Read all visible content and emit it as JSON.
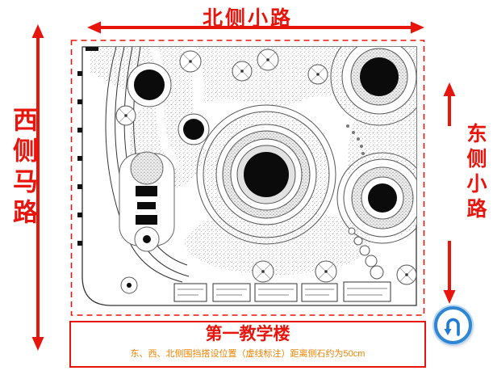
{
  "annotations": {
    "north_road_label": "北侧小路",
    "west_road_label": "西侧马路",
    "east_road_label": "东侧小路"
  },
  "footer": {
    "building_title": "第一教学楼",
    "fence_note": "东、西、北侧围挡搭设位置（虚线标注）距离侧石约为50cm"
  },
  "colors": {
    "annotation_red": "#e8150d",
    "note_orange": "#f08300",
    "button_blue": "#1f7ad4"
  },
  "icons": {
    "return_button": "u-turn-arrow-icon"
  }
}
